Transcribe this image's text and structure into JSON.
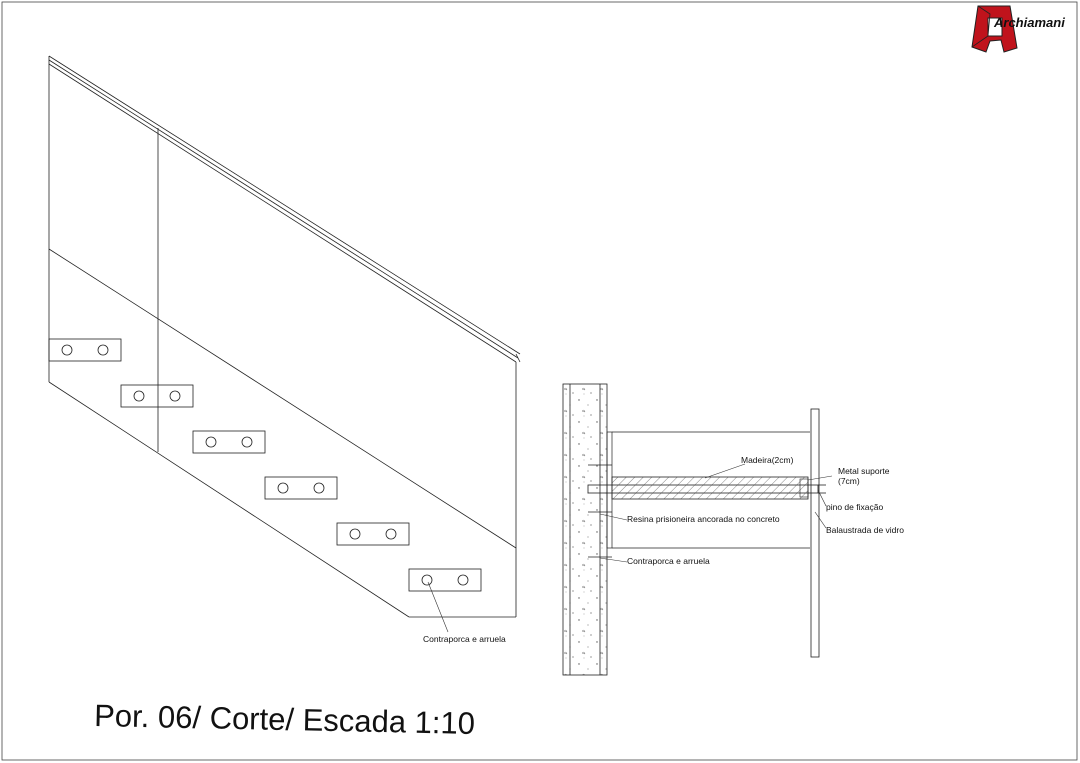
{
  "title": "Por. 06/ Corte/ Escada 1:10",
  "logo": {
    "text": "Archiamani",
    "colors": [
      "#c0131c",
      "#1a1a1a"
    ]
  },
  "elevation": {
    "plates": 6,
    "label": "Contraporca e arruela"
  },
  "section": {
    "labels": {
      "madeira": "Madeira(2cm)",
      "metal_line1": "Metal suporte",
      "metal_line2": "(7cm)",
      "pino": "pino de fixação",
      "resina": "Resina prisioneira ancorada no concreto",
      "balaustrada": "Balaustrada de vidro",
      "contraporca": "Contraporca e arruela"
    }
  }
}
